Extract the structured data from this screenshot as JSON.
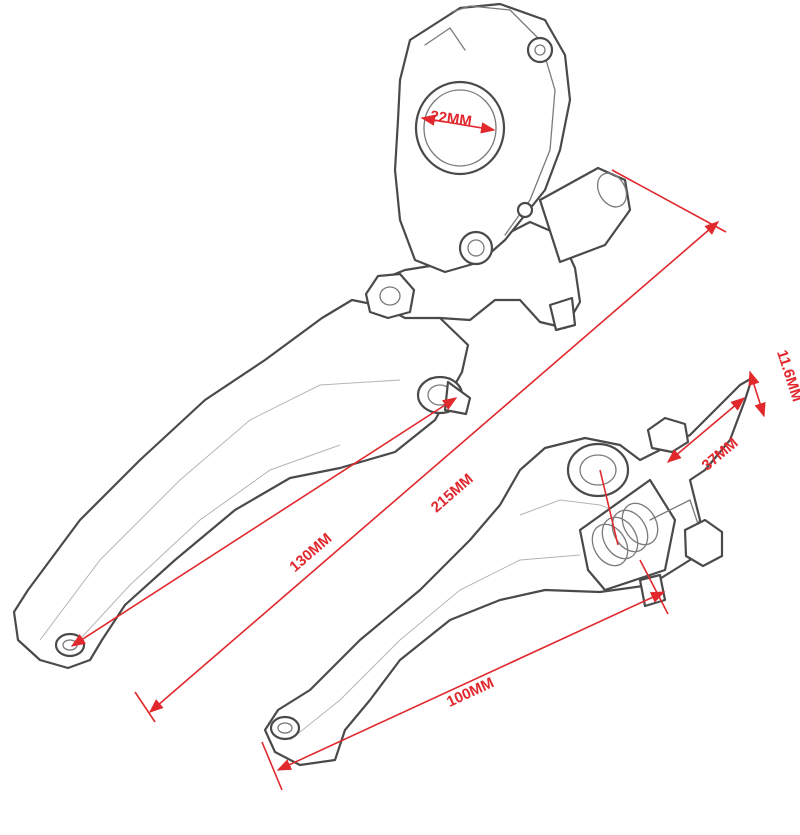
{
  "colors": {
    "dimension": "#e0282d",
    "outline": "#4a4a4a"
  },
  "dimensions": {
    "clamp_diameter": "22MM",
    "total_length": "215MM",
    "lever_length": "130MM",
    "short_lever_length": "100MM",
    "tip_length": "37MM",
    "tip_width": "11.6MM"
  }
}
